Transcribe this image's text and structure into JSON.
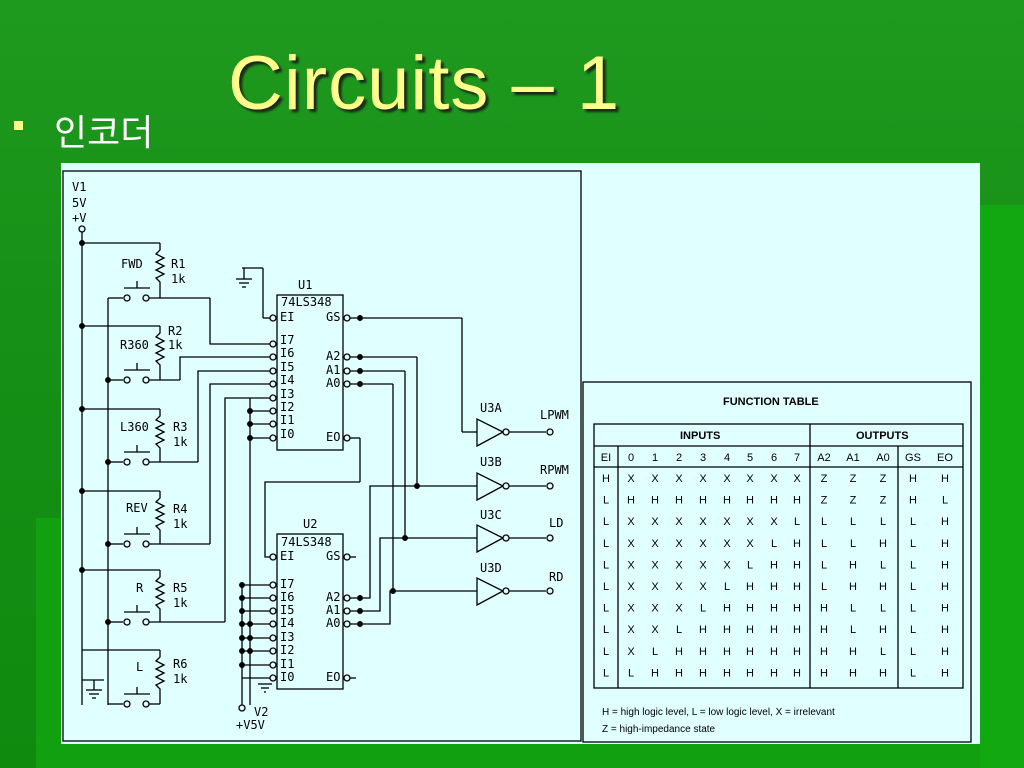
{
  "slide": {
    "title": "Circuits – 1",
    "bullet": "인코더"
  },
  "circuit": {
    "supply": {
      "name": "V1",
      "value": "5V",
      "node": "+V"
    },
    "switches": [
      {
        "label": "FWD",
        "resistor": "R1",
        "value": "1k"
      },
      {
        "label": "R360",
        "resistor": "R2",
        "value": "1k"
      },
      {
        "label": "L360",
        "resistor": "R3",
        "value": "1k"
      },
      {
        "label": "REV",
        "resistor": "R4",
        "value": "1k"
      },
      {
        "label": "R",
        "resistor": "R5",
        "value": "1k"
      },
      {
        "label": "L",
        "resistor": "R6",
        "value": "1k"
      }
    ],
    "chips": [
      {
        "ref": "U1",
        "part": "74LS348"
      },
      {
        "ref": "U2",
        "part": "74LS348"
      }
    ],
    "chip_pins_left": [
      "EI",
      "I7",
      "I6",
      "I5",
      "I4",
      "I3",
      "I2",
      "I1",
      "I0"
    ],
    "chip_pins_right": [
      "GS",
      "A2",
      "A1",
      "A0",
      "EO"
    ],
    "gates": [
      {
        "ref": "U3A",
        "out": "LPWM"
      },
      {
        "ref": "U3B",
        "out": "RPWM"
      },
      {
        "ref": "U3C",
        "out": "LD"
      },
      {
        "ref": "U3D",
        "out": "RD"
      }
    ],
    "supply2": {
      "name": "V2",
      "node": "+V5V"
    }
  },
  "function_table": {
    "title": "FUNCTION TABLE",
    "inputs_label": "INPUTS",
    "outputs_label": "OUTPUTS",
    "headers": [
      "EI",
      "0",
      "1",
      "2",
      "3",
      "4",
      "5",
      "6",
      "7",
      "A2",
      "A1",
      "A0",
      "GS",
      "EO"
    ],
    "rows": [
      [
        "H",
        "X",
        "X",
        "X",
        "X",
        "X",
        "X",
        "X",
        "X",
        "Z",
        "Z",
        "Z",
        "H",
        "H"
      ],
      [
        "L",
        "H",
        "H",
        "H",
        "H",
        "H",
        "H",
        "H",
        "H",
        "Z",
        "Z",
        "Z",
        "H",
        "L"
      ],
      [
        "L",
        "X",
        "X",
        "X",
        "X",
        "X",
        "X",
        "X",
        "L",
        "L",
        "L",
        "L",
        "L",
        "H"
      ],
      [
        "L",
        "X",
        "X",
        "X",
        "X",
        "X",
        "X",
        "L",
        "H",
        "L",
        "L",
        "H",
        "L",
        "H"
      ],
      [
        "L",
        "X",
        "X",
        "X",
        "X",
        "X",
        "L",
        "H",
        "H",
        "L",
        "H",
        "L",
        "L",
        "H"
      ],
      [
        "L",
        "X",
        "X",
        "X",
        "X",
        "L",
        "H",
        "H",
        "H",
        "L",
        "H",
        "H",
        "L",
        "H"
      ],
      [
        "L",
        "X",
        "X",
        "X",
        "L",
        "H",
        "H",
        "H",
        "H",
        "H",
        "L",
        "L",
        "L",
        "H"
      ],
      [
        "L",
        "X",
        "X",
        "L",
        "H",
        "H",
        "H",
        "H",
        "H",
        "H",
        "L",
        "H",
        "L",
        "H"
      ],
      [
        "L",
        "X",
        "L",
        "H",
        "H",
        "H",
        "H",
        "H",
        "H",
        "H",
        "H",
        "L",
        "L",
        "H"
      ],
      [
        "L",
        "L",
        "H",
        "H",
        "H",
        "H",
        "H",
        "H",
        "H",
        "H",
        "H",
        "H",
        "L",
        "H"
      ]
    ],
    "note1": "H = high logic level, L = low logic level, X = irrelevant",
    "note2": "Z = high-impedance state"
  }
}
